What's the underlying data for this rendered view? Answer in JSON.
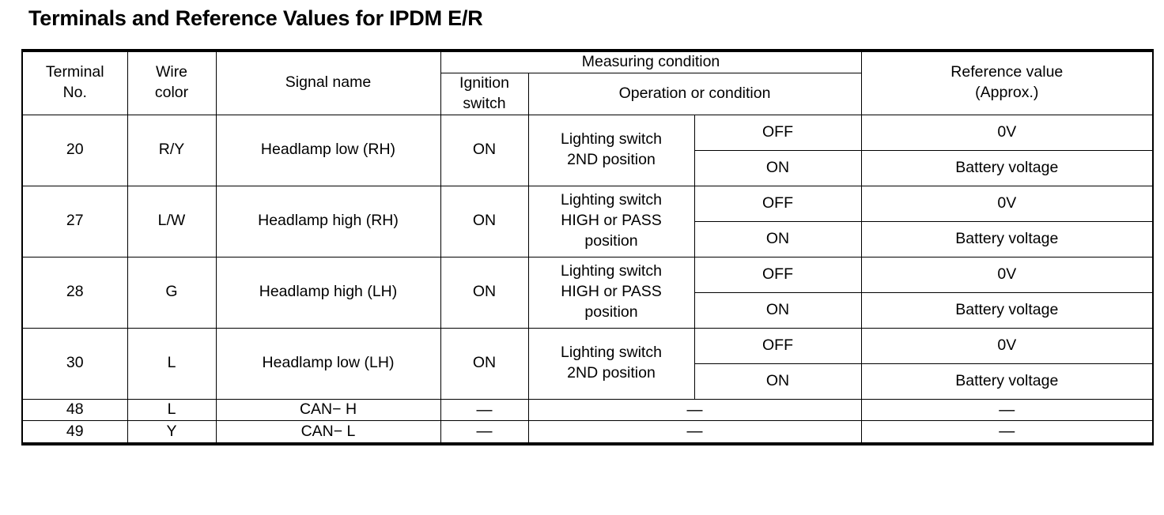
{
  "page": {
    "title": "Terminals and Reference Values for IPDM E/R"
  },
  "table": {
    "headers": {
      "terminal_no": "Terminal\nNo.",
      "terminal_no_line1": "Terminal",
      "terminal_no_line2": "No.",
      "wire_color_line1": "Wire",
      "wire_color_line2": "color",
      "signal_name": "Signal name",
      "measuring_condition": "Measuring condition",
      "ignition_switch_line1": "Ignition",
      "ignition_switch_line2": "switch",
      "operation_or_condition": "Operation or condition",
      "reference_value_line1": "Reference value",
      "reference_value_line2": "(Approx.)"
    },
    "rows": [
      {
        "terminal_no": "20",
        "wire_color": "R/Y",
        "signal_name": "Headlamp low (RH)",
        "ignition_switch": "ON",
        "condition_line1": "Lighting switch",
        "condition_line2": "2ND position",
        "condition_line3": "",
        "states": [
          {
            "state": "OFF",
            "reference_value": "0V"
          },
          {
            "state": "ON",
            "reference_value": "Battery voltage"
          }
        ]
      },
      {
        "terminal_no": "27",
        "wire_color": "L/W",
        "signal_name": "Headlamp high (RH)",
        "ignition_switch": "ON",
        "condition_line1": "Lighting switch",
        "condition_line2": "HIGH or PASS",
        "condition_line3": "position",
        "states": [
          {
            "state": "OFF",
            "reference_value": "0V"
          },
          {
            "state": "ON",
            "reference_value": "Battery voltage"
          }
        ]
      },
      {
        "terminal_no": "28",
        "wire_color": "G",
        "signal_name": "Headlamp high (LH)",
        "ignition_switch": "ON",
        "condition_line1": "Lighting switch",
        "condition_line2": "HIGH or PASS",
        "condition_line3": "position",
        "states": [
          {
            "state": "OFF",
            "reference_value": "0V"
          },
          {
            "state": "ON",
            "reference_value": "Battery voltage"
          }
        ]
      },
      {
        "terminal_no": "30",
        "wire_color": "L",
        "signal_name": "Headlamp low (LH)",
        "ignition_switch": "ON",
        "condition_line1": "Lighting switch",
        "condition_line2": "2ND position",
        "condition_line3": "",
        "states": [
          {
            "state": "OFF",
            "reference_value": "0V"
          },
          {
            "state": "ON",
            "reference_value": "Battery voltage"
          }
        ]
      },
      {
        "terminal_no": "48",
        "wire_color": "L",
        "signal_name": "CAN− H",
        "ignition_switch": "—",
        "condition_single": "—",
        "reference_value": "—"
      },
      {
        "terminal_no": "49",
        "wire_color": "Y",
        "signal_name": "CAN− L",
        "ignition_switch": "—",
        "condition_single": "—",
        "reference_value": "—"
      }
    ]
  },
  "colors": {
    "line": "#000000",
    "background": "#ffffff",
    "text": "#000000"
  }
}
